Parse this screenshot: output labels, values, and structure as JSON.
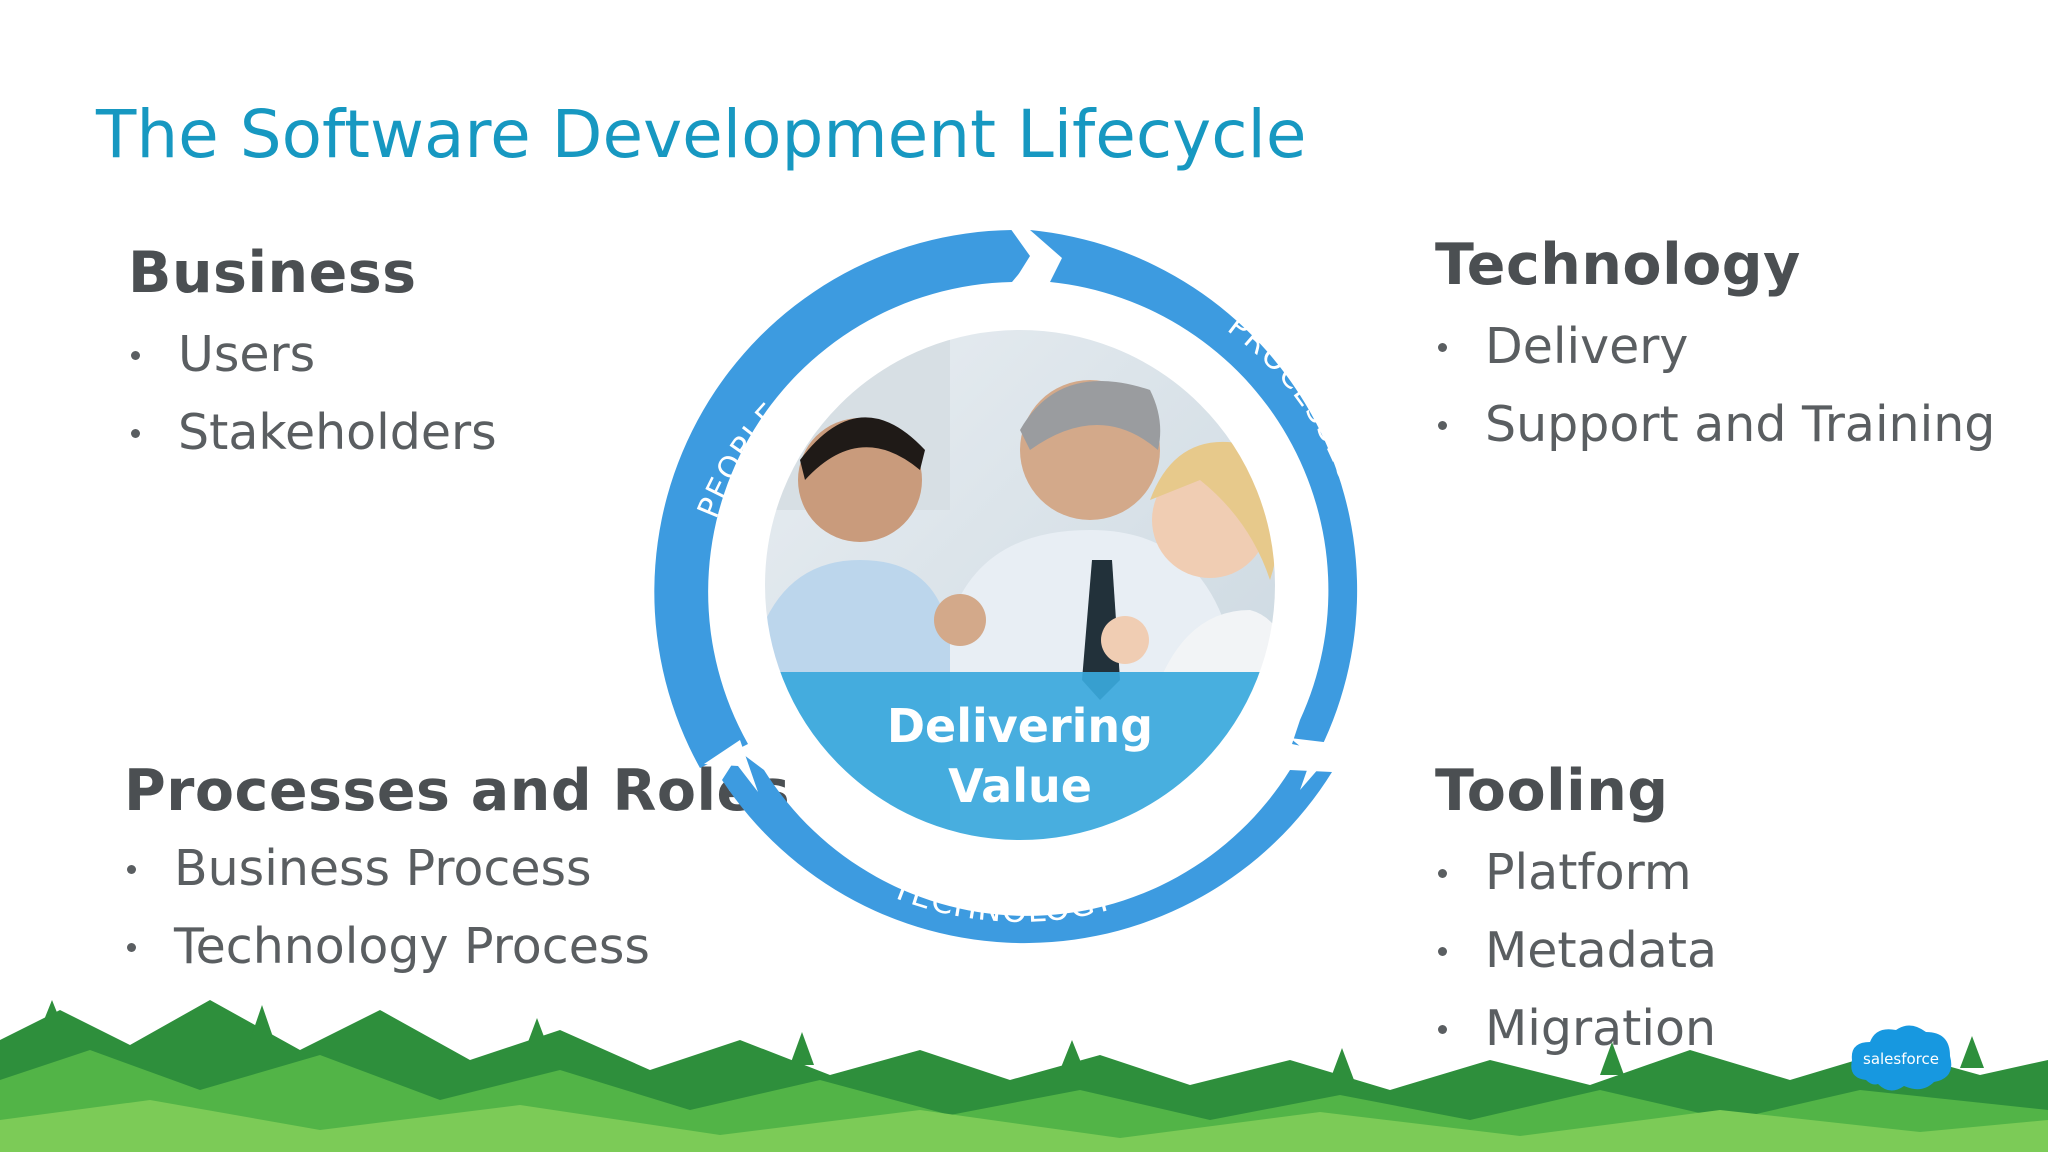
{
  "slide": {
    "title": "The Software Development Lifecycle"
  },
  "sections": {
    "business": {
      "heading": "Business",
      "items": [
        "Users",
        "Stakeholders"
      ]
    },
    "technology": {
      "heading": "Technology",
      "items": [
        "Delivery",
        "Support and Training"
      ]
    },
    "processes_roles": {
      "heading": "Processes and Roles",
      "items": [
        "Business Process",
        "Technology Process"
      ]
    },
    "tooling": {
      "heading": "Tooling",
      "items": [
        "Platform",
        "Metadata",
        "Migration"
      ]
    }
  },
  "cycle": {
    "labels": {
      "people": "PEOPLE",
      "processes": "PROCESSES",
      "technology": "TECHNOLOGY"
    },
    "center_line1": "Delivering",
    "center_line2": "Value",
    "ring_color": "#3d9be0",
    "center_band_color": "#3aa8dc"
  },
  "brand": {
    "logo_text": "salesforce",
    "logo_color": "#1798e0",
    "mountain_colors": [
      "#2e8f3c",
      "#52b447",
      "#7ccb57"
    ]
  }
}
